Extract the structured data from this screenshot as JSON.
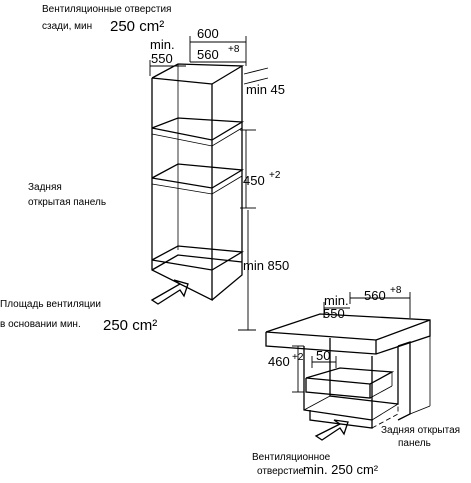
{
  "labels": {
    "rear_vent_line1": "Вентиляционные отверстия",
    "rear_vent_line2": "сзади, мин",
    "rear_vent_value": "250 cm²",
    "rear_panel_line1": "Задняя",
    "rear_panel_line2": "открытая панель",
    "base_vent_line1": "Площадь вентиляции",
    "base_vent_line2": "в основании мин.",
    "base_vent_value": "250 cm²",
    "bottom_rear_panel_line1": "Задняя открытая",
    "bottom_rear_panel_line2": "панель",
    "bottom_vent_line1": "Вентиляционное",
    "bottom_vent_line2": "отверстие",
    "bottom_vent_value": "min. 250 cm²"
  },
  "tall_cabinet": {
    "width_600": "600",
    "min_label": "min.",
    "depth_550": "550",
    "niche_560": "560",
    "niche_560_tol": "+8",
    "top_gap": "min 45",
    "height_450": "450",
    "height_450_tol": "+2",
    "height_850": "min 850"
  },
  "base_cabinet": {
    "min_label": "min.",
    "depth_550": "550",
    "width_560": "560",
    "width_560_tol": "+8",
    "height_460": "460",
    "height_460_tol": "+2",
    "gap_50": "50"
  },
  "colors": {
    "ink": "#000000",
    "background": "#ffffff"
  },
  "icons": [
    "airflow-arrow-icon"
  ]
}
